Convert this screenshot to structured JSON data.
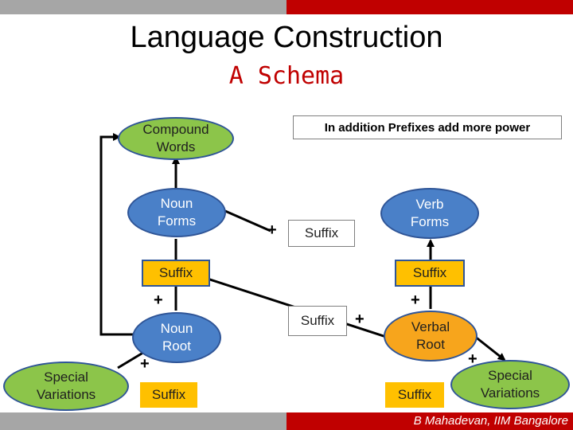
{
  "header": {
    "title": "Language Construction",
    "subtitle": "A Schema"
  },
  "footer": {
    "credit": "B Mahadevan, IIM Bangalore"
  },
  "note": "In addition Prefixes add more power",
  "nodes": {
    "compound_words": "Compound\nWords",
    "noun_forms": "Noun\nForms",
    "verb_forms": "Verb\nForms",
    "noun_root": "Noun\nRoot",
    "verbal_root": "Verbal\nRoot",
    "special_left": "Special\nVariations",
    "special_right": "Special\nVariations"
  },
  "suffix_boxes": {
    "middle_top": "Suffix",
    "left_mid": "Suffix",
    "right_mid": "Suffix",
    "center": "Suffix",
    "left_bottom": "Suffix",
    "right_bottom": "Suffix"
  },
  "plus_sign": "+"
}
